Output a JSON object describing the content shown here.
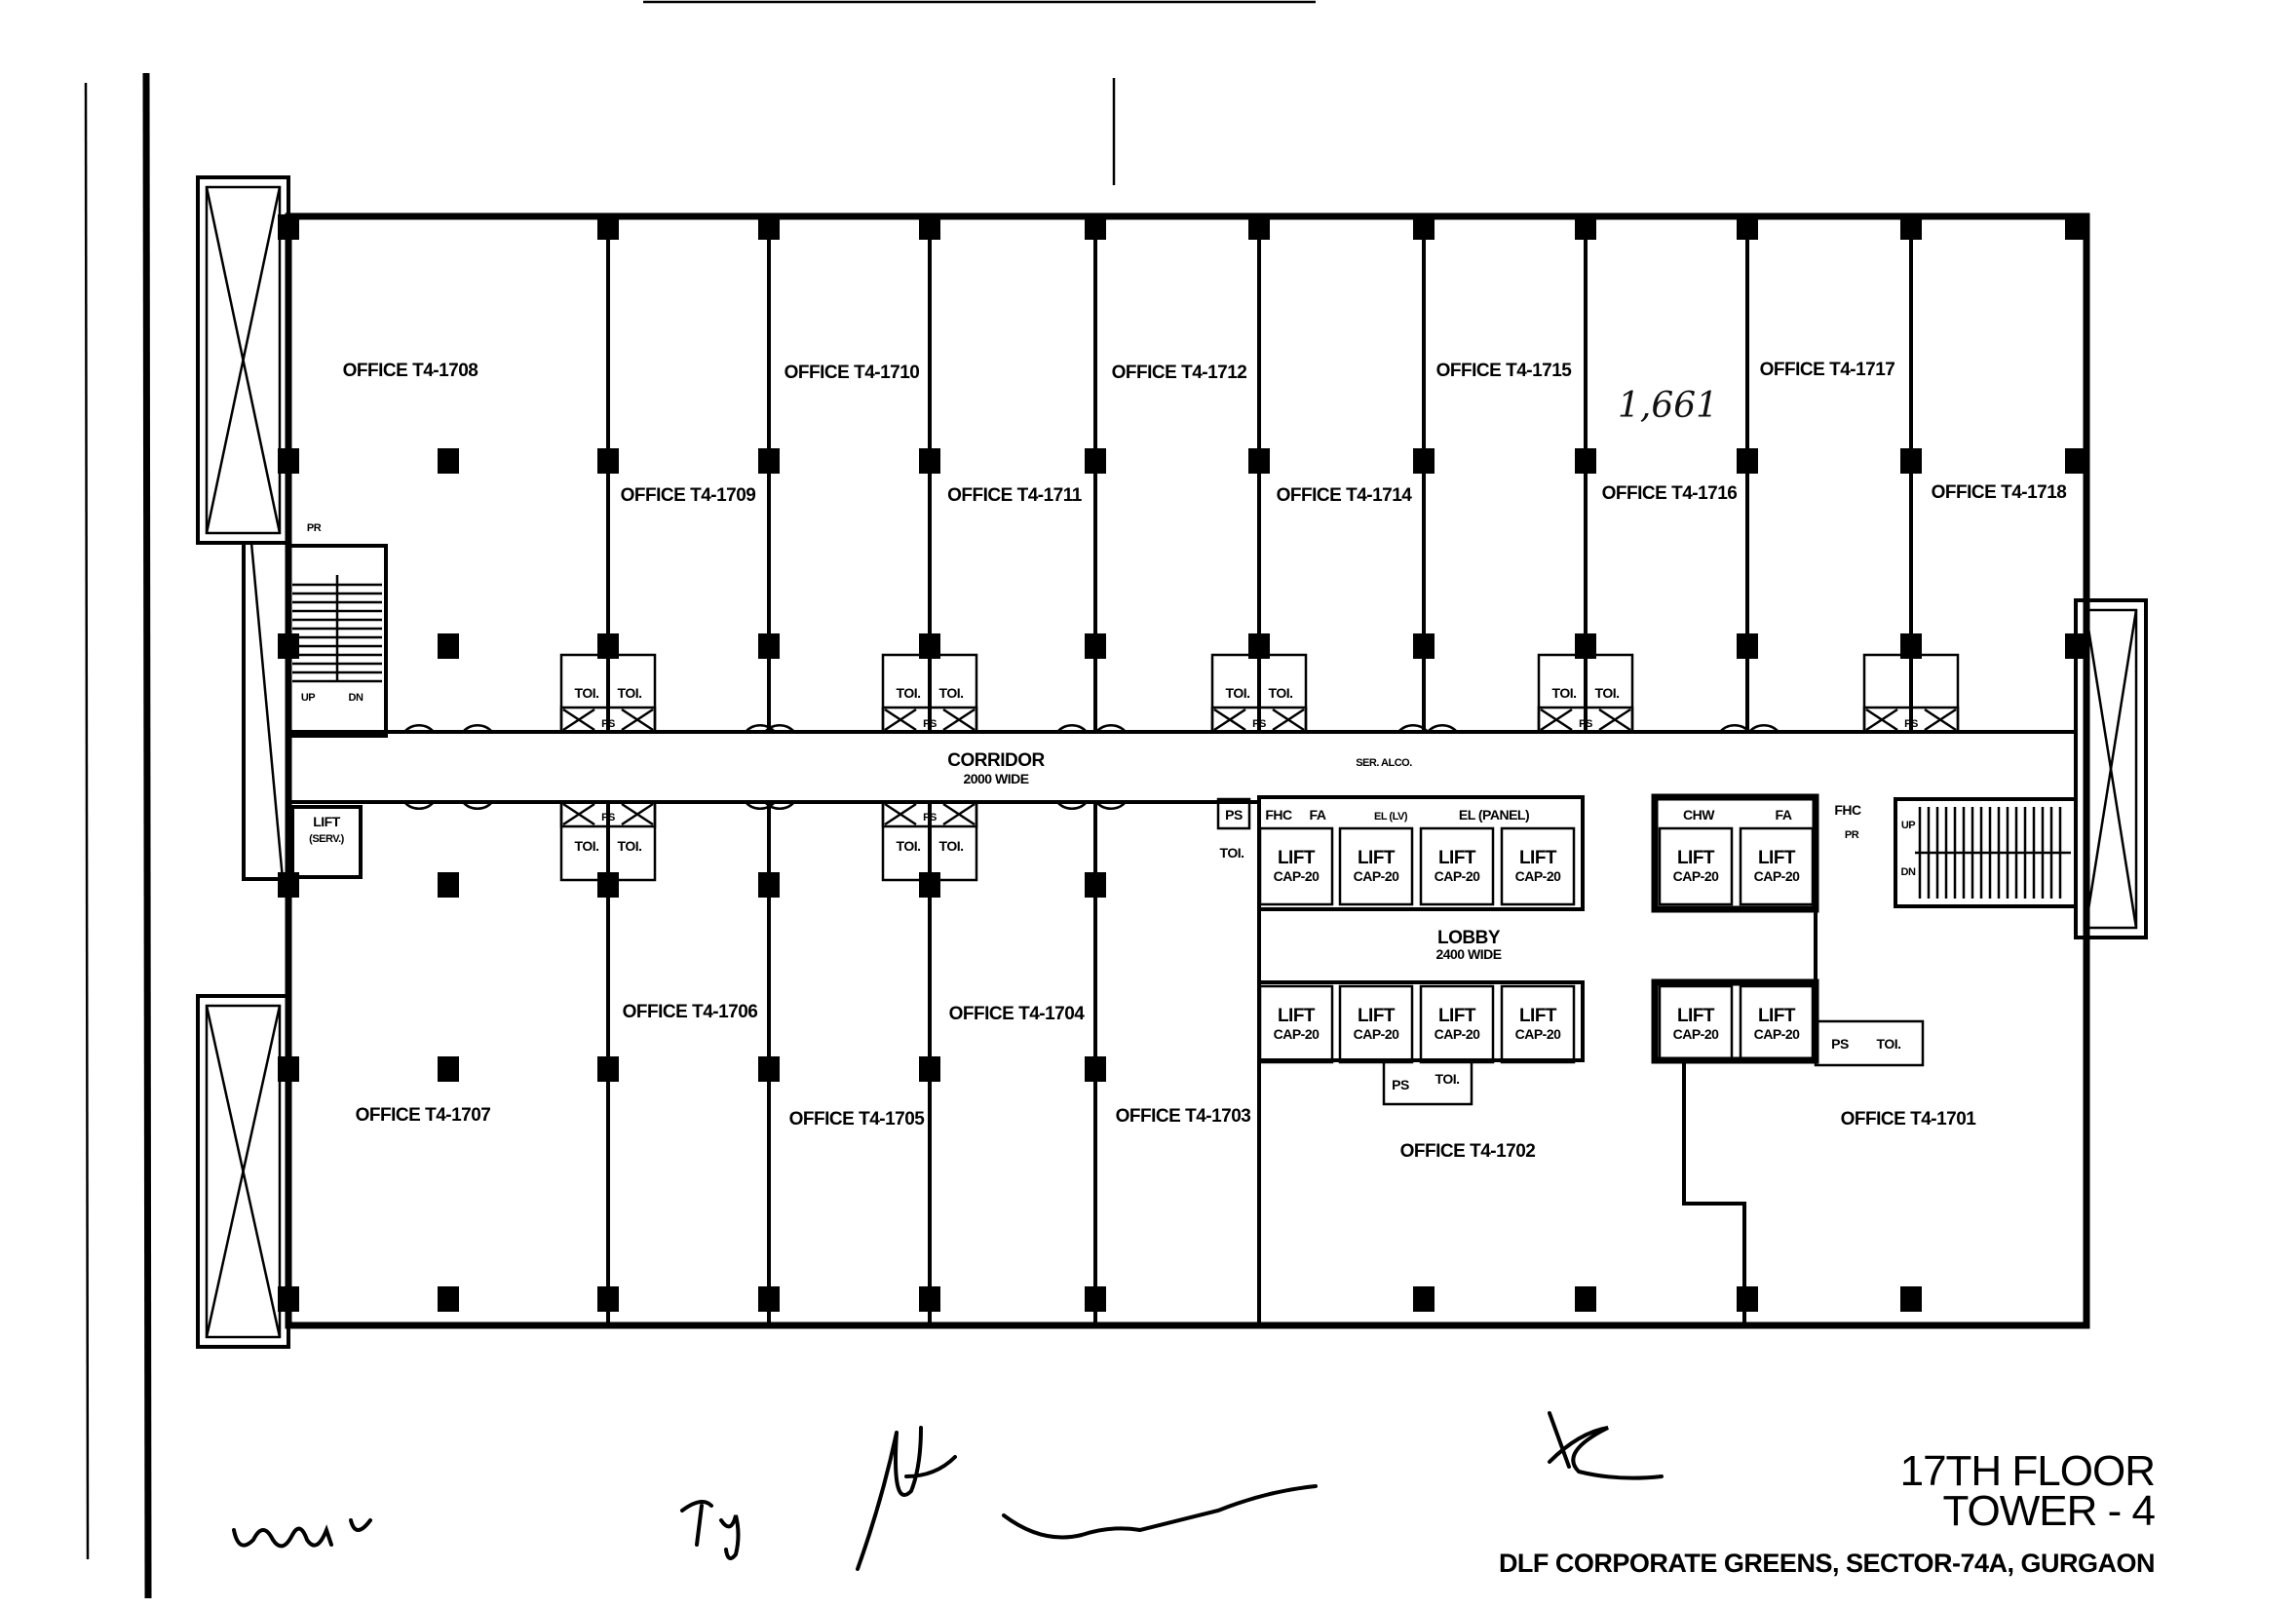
{
  "title": {
    "floor": "17TH FLOOR",
    "tower": "TOWER - 4",
    "project": "DLF CORPORATE GREENS, SECTOR-74A, GURGAON"
  },
  "handwritten_note": "1,661",
  "signatures": [
    "Taj",
    "Anandn"
  ],
  "corridor": {
    "label": "CORRIDOR",
    "width": "2000 WIDE"
  },
  "lobby": {
    "label": "LOBBY",
    "width": "2400 WIDE"
  },
  "offices_top": [
    "OFFICE T4-1708",
    "OFFICE T4-1709",
    "OFFICE T4-1710",
    "OFFICE T4-1711",
    "OFFICE T4-1712",
    "OFFICE T4-1714",
    "OFFICE T4-1715",
    "OFFICE T4-1716",
    "OFFICE T4-1717",
    "OFFICE T4-1718"
  ],
  "offices_bottom": [
    "OFFICE T4-1707",
    "OFFICE T4-1706",
    "OFFICE T4-1705",
    "OFFICE T4-1704",
    "OFFICE T4-1703",
    "OFFICE T4-1702",
    "OFFICE T4-1701"
  ],
  "lift": {
    "label": "LIFT",
    "capacity": "CAP-20",
    "service": "LIFT",
    "service_note": "(SERV.)"
  },
  "services": {
    "toilet": "TOI.",
    "ps": "PS",
    "fhc": "FHC",
    "fa": "FA",
    "el_lv": "EL (LV)",
    "el_panel": "EL (PANEL)",
    "chw": "CHW",
    "ser_alco": "SER. ALCO.",
    "up": "UP",
    "dn": "DN",
    "pr": "PR"
  }
}
